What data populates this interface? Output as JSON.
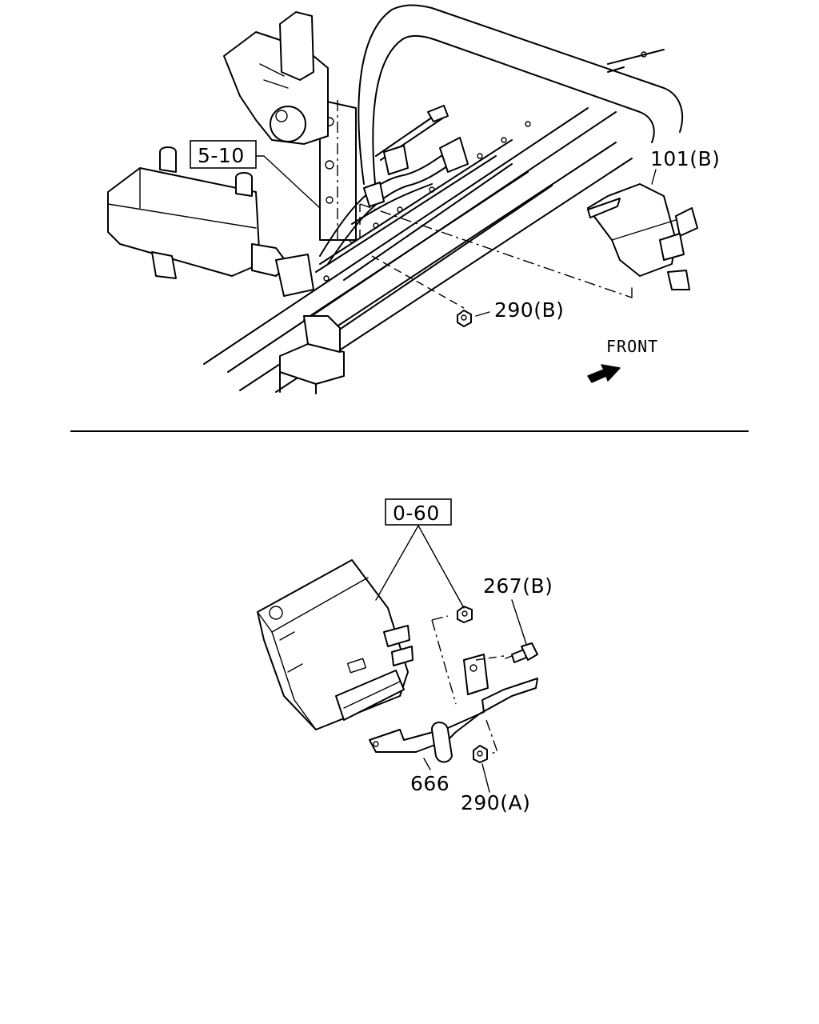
{
  "top_diagram": {
    "labels": {
      "ref_5_10": "5-10",
      "part_101b": "101(B)",
      "part_290b": "290(B)",
      "front": "FRONT"
    },
    "icons": [
      "front-arrow-icon"
    ]
  },
  "bottom_diagram": {
    "labels": {
      "ref_0_60": "0-60",
      "part_267b": "267(B)",
      "part_666": "666",
      "part_290a": "290(A)"
    }
  }
}
